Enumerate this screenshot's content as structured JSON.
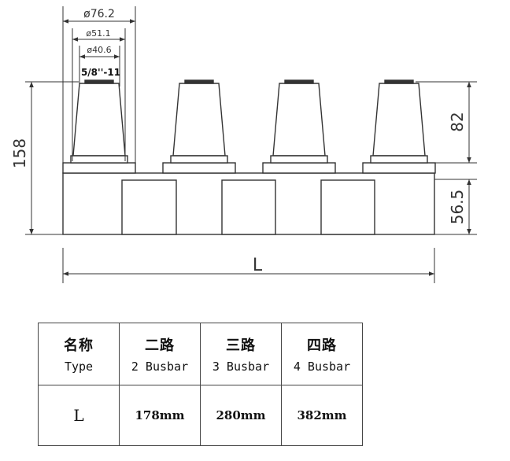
{
  "drawing": {
    "dims": {
      "outer_diameter": "ø76.2",
      "mid_diameter": "ø51.1",
      "inner_diameter": "ø40.6",
      "thread": "5/8''-11",
      "total_height": "158",
      "post_height": "82",
      "base_height": "56.5",
      "length": "L"
    },
    "post_count": 4
  },
  "table": {
    "header": [
      {
        "zh": "名称",
        "en": "Type"
      },
      {
        "zh": "二路",
        "en": "2 Busbar"
      },
      {
        "zh": "三路",
        "en": "3 Busbar"
      },
      {
        "zh": "四路",
        "en": "4 Busbar"
      }
    ],
    "row": {
      "label": "L",
      "values": [
        "178mm",
        "280mm",
        "382mm"
      ]
    }
  }
}
